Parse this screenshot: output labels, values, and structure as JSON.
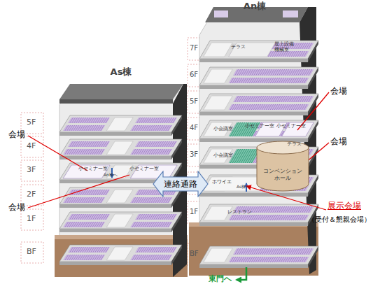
{
  "diagram": {
    "nodes": [
      {
        "text": [
          "As棟"
        ]
      },
      {
        "text": [
          "An棟"
        ]
      },
      {
        "text": [
          "連絡通路"
        ]
      },
      {
        "text": [
          "コンベンションホール"
        ],
        "in": 1
      }
    ],
    "labels": [
      "5F",
      "4F",
      "3F",
      "2F",
      "1F",
      "BF",
      "7F",
      "6F",
      "5F",
      "4F",
      "3F",
      "1F",
      "BF",
      "会場",
      "会場",
      "会場",
      "会場",
      "展示会場",
      "（受付＆懇親会場）",
      "東門へ",
      "小セミナー室",
      "小セミナー室",
      "An棟へ",
      "テラス",
      "屋上設備機械室",
      "小会議室",
      "小セミナー室",
      "小セミナー室",
      "小会議室",
      "テラス",
      "ホワイエ",
      "As棟へ",
      "レストラン"
    ]
  }
}
